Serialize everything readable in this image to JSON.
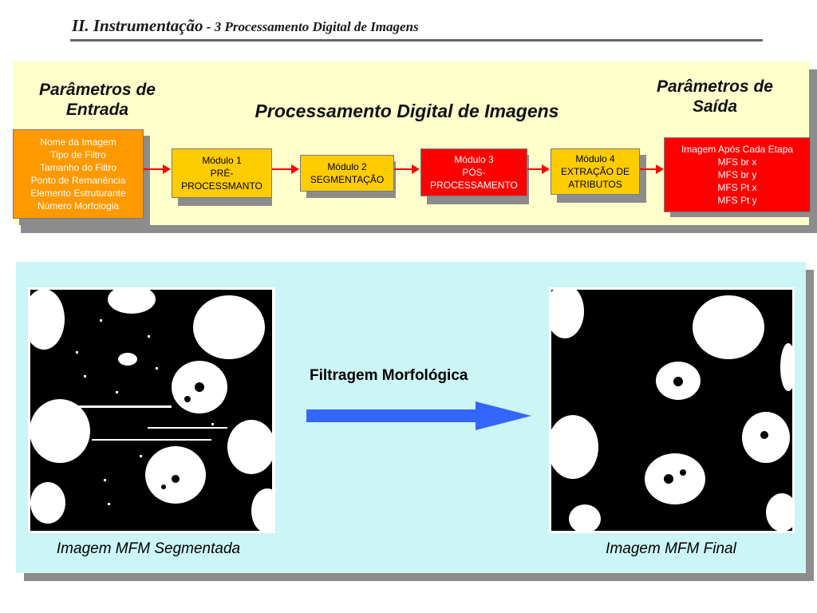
{
  "title": {
    "main": "II. Instrumentação",
    "sub": " - 3 Processamento Digital de Imagens"
  },
  "flow": {
    "input_heading": "Parâmetros de Entrada",
    "main_heading": "Processamento  Digital de Imagens",
    "output_heading": "Parâmetros de Saída",
    "input_box": [
      "Nome da Imagem",
      "Tipo de Filtro",
      "Tamanho do Filtro",
      "Ponto de Remanência",
      "Elemento Estruturante",
      "Número Morfologia"
    ],
    "modules": [
      {
        "lines": [
          "Módulo 1",
          "PRÉ-",
          "PROCESSMANTO"
        ]
      },
      {
        "lines": [
          "Módulo 2",
          "SEGMENTAÇÃO"
        ]
      },
      {
        "lines": [
          "Módulo 3",
          "PÓS-",
          "PROCESSAMENTO"
        ]
      },
      {
        "lines": [
          "Módulo 4",
          "EXTRAÇÃO DE",
          "ATRIBUTOS"
        ]
      }
    ],
    "output_box": [
      "Imagem Após Cada Etapa",
      "MFS br x",
      "MFS br y",
      "MFS Pt x",
      "MFS Pt y"
    ]
  },
  "bottom": {
    "process_label": "Filtragem Morfológica",
    "left_caption": "Imagem MFM Segmentada",
    "right_caption": "Imagem MFM Final"
  },
  "colors": {
    "input": "#ff9900",
    "module": "#ffcc00",
    "module3": "#ff0000",
    "output": "#ff0000",
    "arrow_red": "#ff0000",
    "arrow_blue": "#3366ff"
  }
}
